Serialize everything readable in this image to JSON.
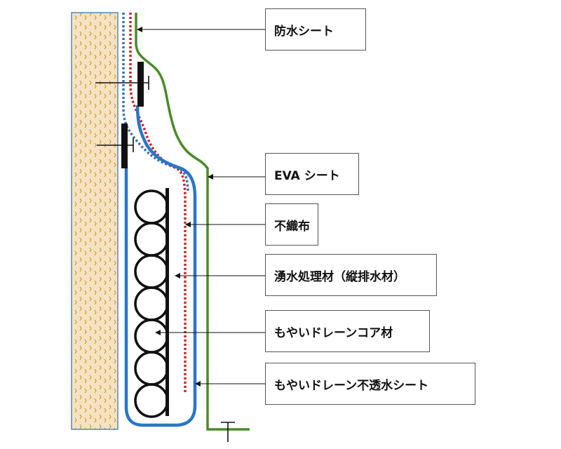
{
  "labels": {
    "waterproof_sheet": "防水シート",
    "eva_sheet": "EVA シート",
    "nonwoven_fabric": "不織布",
    "drainage_material": "湧水処理材（縦排水材）",
    "drain_core": "もやいドレーンコア材",
    "impermeable_sheet": "もやいドレーン不透水シート"
  },
  "colors": {
    "wall_fill": "#f6e2c0",
    "wall_border": "#2e6fb3",
    "wall_pattern": "#c8942e",
    "waterproof_sheet_line": "#d21f1f",
    "eva_sheet_line": "#4a8a2a",
    "nonwoven_line": "#3470b8",
    "impermeable_line": "#2a76c6",
    "core_pipe": "#111111"
  },
  "core_pipe_count": 7
}
